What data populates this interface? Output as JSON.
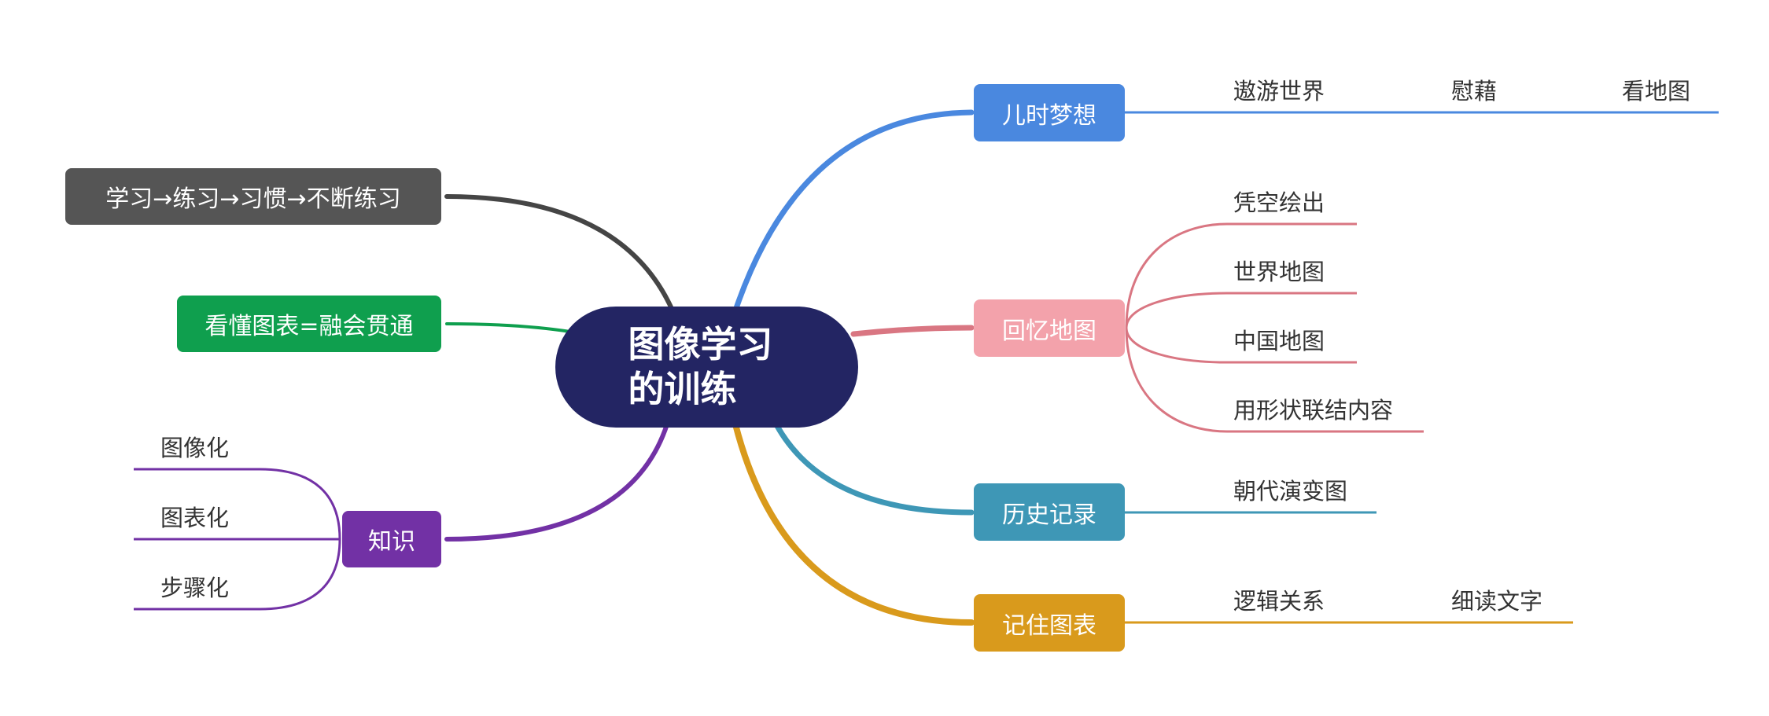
{
  "center": {
    "line1": "图像学习",
    "line2": "的训练",
    "color": "#232563"
  },
  "topics": {
    "dream": {
      "label": "儿时梦想",
      "color": "#4a88df"
    },
    "memory": {
      "label": "回忆地图",
      "color": "#f3a2ab",
      "line_color": "#d97682"
    },
    "history": {
      "label": "历史记录",
      "color": "#3e97b6"
    },
    "chart": {
      "label": "记住图表",
      "color": "#d99a1c"
    },
    "habit": {
      "label": "学习→练习→习惯→不断练习",
      "color": "#555555"
    },
    "read": {
      "label": "看懂图表=融会贯通",
      "color": "#0f9f4e"
    },
    "know": {
      "label": "知识",
      "color": "#7231a5"
    }
  },
  "leaves": {
    "dream": [
      "遨游世界",
      "慰藉",
      "看地图"
    ],
    "memory": [
      "凭空绘出",
      "世界地图",
      "中国地图",
      "用形状联结内容"
    ],
    "history": [
      "朝代演变图"
    ],
    "chart": [
      "逻辑关系",
      "细读文字"
    ],
    "know": [
      "图像化",
      "图表化",
      "步骤化"
    ]
  }
}
